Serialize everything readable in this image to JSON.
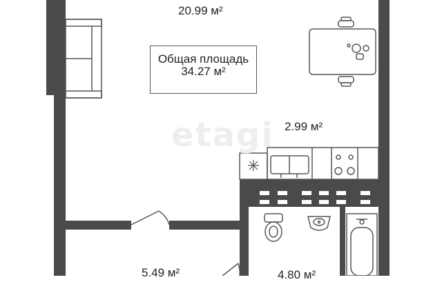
{
  "watermark": "etagi",
  "total_area": {
    "label": "Общая площадь",
    "value": "34.27 м²"
  },
  "rooms": [
    {
      "id": "living-room",
      "area": "20.99 м²"
    },
    {
      "id": "kitchen",
      "area": "2.99 м²"
    },
    {
      "id": "hallway",
      "area": "5.49 м²"
    },
    {
      "id": "bathroom",
      "area": "4.80 м²"
    }
  ],
  "colors": {
    "wall": "#4a4a4a",
    "line": "#555555",
    "background": "#ffffff"
  }
}
